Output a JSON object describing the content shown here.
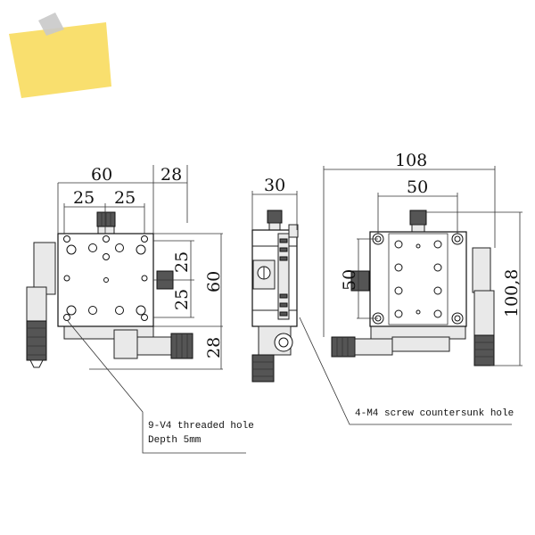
{
  "colors": {
    "sticky_note": "#f9df6e",
    "tape": "#c9c9c9",
    "line": "#222222"
  },
  "front_view": {
    "dim_width": "60",
    "dim_offset": "28",
    "dim_half_left": "25",
    "dim_half_right": "25",
    "dim_height": "60",
    "dim_upper": "25",
    "dim_lower": "25",
    "dim_bottom": "28"
  },
  "side_view": {
    "dim_width": "30"
  },
  "top_view": {
    "dim_total_width": "108",
    "dim_hole_spacing_x": "50",
    "dim_hole_spacing_y": "50",
    "dim_total_height": "100,8"
  },
  "notes": {
    "threaded_hole_line1": "9-V4 threaded hole",
    "threaded_hole_line2": "Depth 5mm",
    "countersunk": "4-M4 screw countersunk hole"
  }
}
